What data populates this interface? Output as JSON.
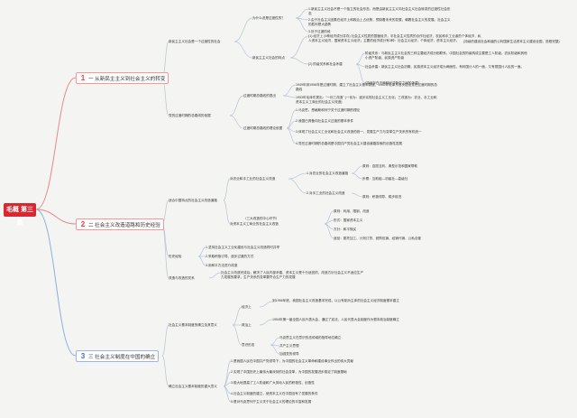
{
  "root": "毛概 第三章",
  "sections": [
    {
      "num": "1",
      "title": "一 从新民主主义到社会主义的转变",
      "branches": [
        {
          "label": "新民主主义社会是一个过渡性的社会",
          "children": [
            {
              "label": "为什么说是过渡性的？",
              "leaves": [
                "1.新民主主义社会不是一个独立的社会形态，而是由新民主主义向社会主义社会转变的过渡性社会形态",
                "2.由于社会主义因素在经济上和政治上占优势，预制着未来的发展，朝着社会主义的发展。社会主义的胜利是大趋势",
                "3.处于过渡阶段"
              ]
            },
            {
              "label": "新民主主义社会的特点",
              "leaves": [
                "(1) 经济上 (5种经济成分并存) 社会主义性质的国营经济，半社会主义性质的合作社经济，农民和手工业者的个体经济，私人资本主义经济，国家资本主义经济；主要的经济成分有3种：社会主义经济，个体经济，资本主义经济。",
                "(2) 阶级关系和社会矛盾",
                "阶级关系：与新民主主义社会的三种主要经济成分相联系，中国社会的阶级构成主要是工人阶级，农民阶级和其他小资产阶级、民族资产阶级",
                "社会矛盾：新民主主义社会初期，民族资本主义经济成为两面性，有利国计人的一面，又有损国计人民的一面。",
                "(持续存在于两种经济条件之间的矛盾)"
              ],
              "side": "(持续的建设社会和谐的公利国家生活资本主义建设全国，进程完整)"
            }
          ]
        },
        {
          "label": "党的过渡时期的总路线的依据",
          "children": [
            {
              "label": "过渡时期总路线的提出",
              "leaves": [
                "1949年到1956年是过渡时期，建立了社会主义基本制度，1952年毛泽东首次提出党在过渡时期的总路线",
                "1953年毛泽东提出：\"一化三改造\" (一化为：逐步实现社会主义工业化；三改造为：农业、手工业和资本主义工商业的社会主义改造)"
              ]
            },
            {
              "label": "过渡时期总路线的理论依据",
              "leaves": [
                "1.马克思、恩格斯和列宁关于过渡时期的理论",
                "2.我国已具备向社会主义过渡的基本条件",
                "3.体现了社会主义工业化和社会主义改造的统一，发展生产力与变革生产关系的有机统一",
                "4.党在过渡时期的总路线是中国共产党社会主义建设道路探索的创造性发展"
              ]
            }
          ]
        }
      ]
    },
    {
      "num": "2",
      "title": "二 社会主义改造道路和历史经验",
      "branches": [
        {
          "label": "适合中国特点的社会主义改造道路",
          "children": [
            {
              "label": "对农业和手工业的社会主义改造",
              "leaves": [
                "1.对农业的社会主义改造道路",
                "原则：自愿互利、典型示范和国家帮助",
                "步骤：互助组—初级社—高级社",
                "2.对手工业的社会主义改造",
                "原则：积极领导、稳步前进"
              ]
            },
            {
              "label": "对资本主义工商业的社会主义改造",
              "leaves": [
                "（三大改造的中心环节）",
                "原则：利用、限制、改造",
                "形式：国家资本主义",
                "方针：和平赎买",
                "途径：委托加工、计划订货、统购包销、经销代销、公私合营"
              ]
            }
          ]
        },
        {
          "label": "历史经验",
          "children": [
            {
              "label": "",
              "leaves": [
                "1.坚持社会主义工业化建设与社会主义改造同时并举",
                "2.采取积极引导、逐步过渡的方式",
                "3.用和平方法进行改造"
              ]
            }
          ]
        },
        {
          "label": "改造与改造的关系",
          "children": [
            {
              "label": "",
              "leaves": [
                "社会主义改造完成后，解决了人民内部矛盾、资本主义是十分适宜的，改造方针社会主义不适应生产力发展的要求，生产关系的变革要符合生产力的发展"
              ]
            }
          ]
        }
      ]
    },
    {
      "num": "3",
      "title": "三 社会主义制度在中国的确立",
      "branches": [
        {
          "label": "社会主义基本制度的确立及其意义",
          "children": [
            {
              "label": "经济上",
              "leaves": [
                "到1956年底，我国社会主义改造基本完成，以公有制为主体的社会主义经济制度基本建立"
              ]
            },
            {
              "label": "政治上",
              "leaves": [
                "1954年第一届全国人民代表大会，通过了宪法，人民代表大会制度作为根本政治制度确立"
              ]
            },
            {
              "label": "意识形态",
              "leaves": [
                "马克思主义在意识形态领域的指导地位确立",
                "共产主义思想",
                "加强党的领导"
              ]
            }
          ]
        },
        {
          "label": "确立社会主义基本制度的重大意义",
          "children": [
            {
              "label": "",
              "leaves": [
                "1.是我国人民在中国共产党领导下，为中国的社会主义革命和建设事业作出的伟大贡献",
                "2.实现了中国历史上最伟大最深刻的社会变革，为中国的发展进步奠定了制度基础",
                "3.极大地提高了工人阶级和广大劳动人民的积极性、创造性",
                "4.社会主义制度的建立，使资本主义在中国没有了发展的条件",
                "5.是对马克思列宁主义关于社会主义的理论的丰富和发展"
              ]
            }
          ]
        }
      ]
    }
  ]
}
